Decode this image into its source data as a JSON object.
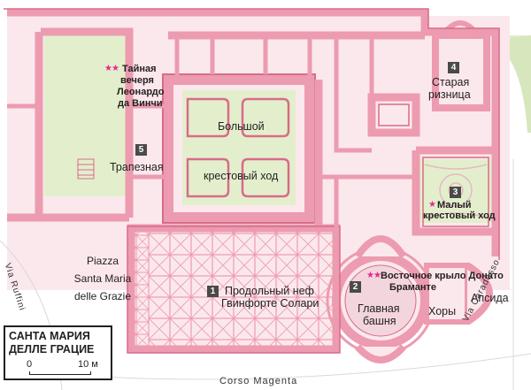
{
  "colors": {
    "wall": "#ec9bb0",
    "wall_dark": "#d96b8a",
    "interior": "#fbe8ec",
    "garden": "#e3efcc",
    "green_area": "#cfe2b4",
    "star": "#e8278f",
    "ink": "#231f20"
  },
  "legend": {
    "title_line1": "САНТА МАРИЯ",
    "title_line2": "ДЕЛЛЕ ГРАЦИЕ",
    "scale_start": "0",
    "scale_end": "10 м"
  },
  "streets": {
    "via_ruffini": "Via Ruffini",
    "via_caradosso": "Via Caradosso",
    "corso_magenta": "Corso    Magenta"
  },
  "piazza": {
    "line1": "Piazza",
    "line2": "Santa Maria",
    "line3": "delle Grazie"
  },
  "places": {
    "last_supper": {
      "stars": "★★",
      "line1": "Тайная",
      "line2": "вечеря",
      "line3": "Леонардо",
      "line4": "да Винчи"
    },
    "refectory": {
      "number": "5",
      "label": "Трапезная"
    },
    "great_cloister": {
      "line1": "Большой",
      "line2": "крестовый ход"
    },
    "old_sacristy": {
      "number": "4",
      "line1": "Старая",
      "line2": "ризница"
    },
    "small_cloister": {
      "number": "3",
      "stars": "★",
      "line1": "Малый",
      "line2": "крестовый ход"
    },
    "nave": {
      "number": "1",
      "line1": "Продольный неф",
      "line2": "Гвинфорте Солари"
    },
    "tower": {
      "number": "2",
      "line1": "Главная",
      "line2": "башня"
    },
    "east_wing": {
      "stars": "★★",
      "line1": "Восточное крыло Донато",
      "line2": "Браманте"
    },
    "choir": "Хоры",
    "apse": "Апсида"
  }
}
